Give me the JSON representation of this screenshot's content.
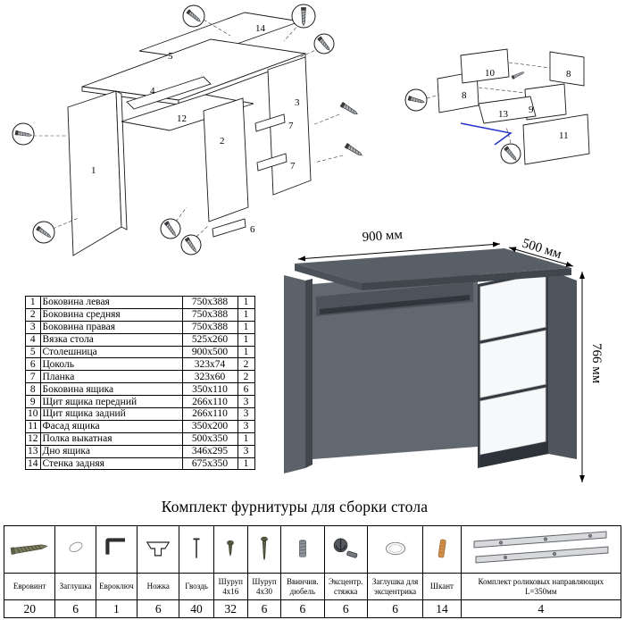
{
  "diagrams": {
    "main": {
      "labels": {
        "p1": "1",
        "p2": "2",
        "p3": "3",
        "p4": "4",
        "p5": "5",
        "p6": "6",
        "p7a": "7",
        "p7b": "7",
        "p12": "12",
        "p14": "14"
      }
    },
    "drawer": {
      "labels": {
        "p8a": "8",
        "p8b": "8",
        "p9": "9",
        "p10": "10",
        "p11": "11",
        "p13": "13"
      }
    }
  },
  "parts_table": {
    "rows": [
      {
        "num": "1",
        "name": "Боковина левая",
        "size": "750x388",
        "qty": "1"
      },
      {
        "num": "2",
        "name": "Боковина средняя",
        "size": "750x388",
        "qty": "1"
      },
      {
        "num": "3",
        "name": "Боковина правая",
        "size": "750x388",
        "qty": "1"
      },
      {
        "num": "4",
        "name": "Вязка стола",
        "size": "525x260",
        "qty": "1"
      },
      {
        "num": "5",
        "name": "Столешница",
        "size": "900x500",
        "qty": "1"
      },
      {
        "num": "6",
        "name": "Цоколь",
        "size": "323x74",
        "qty": "2"
      },
      {
        "num": "7",
        "name": "Планка",
        "size": "323x60",
        "qty": "2"
      },
      {
        "num": "8",
        "name": "Боковина ящика",
        "size": "350x110",
        "qty": "6"
      },
      {
        "num": "9",
        "name": "Щит ящика передний",
        "size": "266x110",
        "qty": "3"
      },
      {
        "num": "10",
        "name": "Щит ящика задний",
        "size": "266x110",
        "qty": "3"
      },
      {
        "num": "11",
        "name": "Фасад ящика",
        "size": "350x200",
        "qty": "3"
      },
      {
        "num": "12",
        "name": "Полка выкатная",
        "size": "500x350",
        "qty": "1"
      },
      {
        "num": "13",
        "name": "Дно ящика",
        "size": "346x295",
        "qty": "3"
      },
      {
        "num": "14",
        "name": "Стенка задняя",
        "size": "675x350",
        "qty": "1"
      }
    ]
  },
  "desk": {
    "dim_width": "900 мм",
    "dim_depth": "500 мм",
    "dim_height": "766 мм"
  },
  "hardware": {
    "title": "Комплект фурнитуры для сборки стола",
    "items": [
      {
        "label": "Евровинт",
        "qty": "20",
        "icon": "confirmat-screw-icon"
      },
      {
        "label": "Заглушка",
        "qty": "6",
        "icon": "cap-icon"
      },
      {
        "label": "Евроключ",
        "qty": "1",
        "icon": "hex-key-icon"
      },
      {
        "label": "Ножка",
        "qty": "6",
        "icon": "furniture-foot-icon"
      },
      {
        "label": "Гвоздь",
        "qty": "40",
        "icon": "nail-icon"
      },
      {
        "label": "Шуруп 4х16",
        "qty": "32",
        "icon": "screw-4x16-icon"
      },
      {
        "label": "Шуруп 4х30",
        "qty": "6",
        "icon": "screw-4x30-icon"
      },
      {
        "label": "Ввинчив. дюбель",
        "qty": "6",
        "icon": "screw-in-dowel-icon"
      },
      {
        "label": "Эксцентр. стяжка",
        "qty": "6",
        "icon": "cam-lock-icon"
      },
      {
        "label": "Заглушка для эксцентрика",
        "qty": "6",
        "icon": "cam-cap-icon"
      },
      {
        "label": "Шкант",
        "qty": "14",
        "icon": "wooden-dowel-icon"
      },
      {
        "label": "Комплект роликовых направляющих L=350мм",
        "qty": "4",
        "icon": "drawer-slides-icon"
      }
    ]
  }
}
